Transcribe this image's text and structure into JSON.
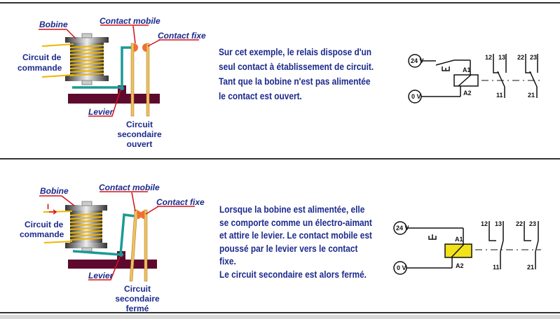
{
  "panels": [
    {
      "labels": {
        "bobine": "Bobine",
        "contact_mobile": "Contact mobile",
        "contact_fixe": "Contact fixe",
        "circuit_cmd_1": "Circuit de",
        "circuit_cmd_2": "commande",
        "levier": "Levier",
        "sec_1": "Circuit",
        "sec_2": "secondaire",
        "sec_3": "ouvert"
      },
      "text": [
        "Sur cet exemple, le relais dispose d'un",
        "seul contact à établissement de circuit.",
        "Tant que la bobine n'est pas alimentée",
        "le contact est ouvert."
      ],
      "schematic": {
        "v24": "24 V",
        "v0": "0 V",
        "a1": "A1",
        "a2": "A2",
        "t12": "12",
        "t13": "13",
        "t22": "22",
        "t23": "23",
        "t11": "11",
        "t21": "21",
        "coil_color": "#ffffff"
      }
    },
    {
      "labels": {
        "bobine": "Bobine",
        "contact_mobile": "Contact mobile",
        "contact_fixe": "Contact fixe",
        "current": "I",
        "circuit_cmd_1": "Circuit de",
        "circuit_cmd_2": "commande",
        "levier": "Levier",
        "sec_1": "Circuit",
        "sec_2": "secondaire",
        "sec_3": "fermé"
      },
      "text": [
        "Lorsque la bobine est alimentée, elle",
        "se comporte comme un électro-aimant",
        "et attire le levier. Le contact mobile est",
        "poussé par le levier vers le contact",
        "fixe.",
        "Le circuit secondaire est alors fermé."
      ],
      "schematic": {
        "v24": "24 V",
        "v0": "0 V",
        "a1": "A1",
        "a2": "A2",
        "t12": "12",
        "t13": "13",
        "t22": "22",
        "t23": "23",
        "t11": "11",
        "t21": "21",
        "coil_color": "#f2e21a"
      }
    }
  ],
  "colors": {
    "text": "#1b2a8c",
    "leader": "#d4101a",
    "base": "#5e0a2e",
    "lever": "#1a9a96",
    "coil": "#f0b400",
    "contact": "#f07030"
  }
}
